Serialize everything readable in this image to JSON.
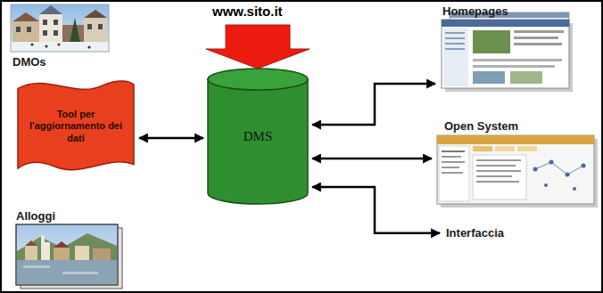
{
  "diagram": {
    "nodes": [
      {
        "text": [
          "DMOs"
        ]
      },
      {
        "text": [
          "Tool per l'aggiornamento dei dati"
        ]
      },
      {
        "text": [
          "www.sito.it"
        ]
      },
      {
        "text": [
          "DMS"
        ]
      },
      {
        "text": [
          "Alloggi"
        ]
      },
      {
        "text": [
          "Homepages"
        ]
      },
      {
        "text": [
          "Open System"
        ]
      },
      {
        "text": [
          "Interfaccia"
        ]
      }
    ],
    "edges": [
      {
        "from": 2,
        "to": 3,
        "arrow": "to"
      },
      {
        "from": 1,
        "to": 3,
        "arrow": "both"
      },
      {
        "from": 3,
        "to": 5,
        "arrow": "both"
      },
      {
        "from": 3,
        "to": 6,
        "arrow": "both"
      },
      {
        "from": 3,
        "to": 7,
        "arrow": "both"
      }
    ]
  }
}
